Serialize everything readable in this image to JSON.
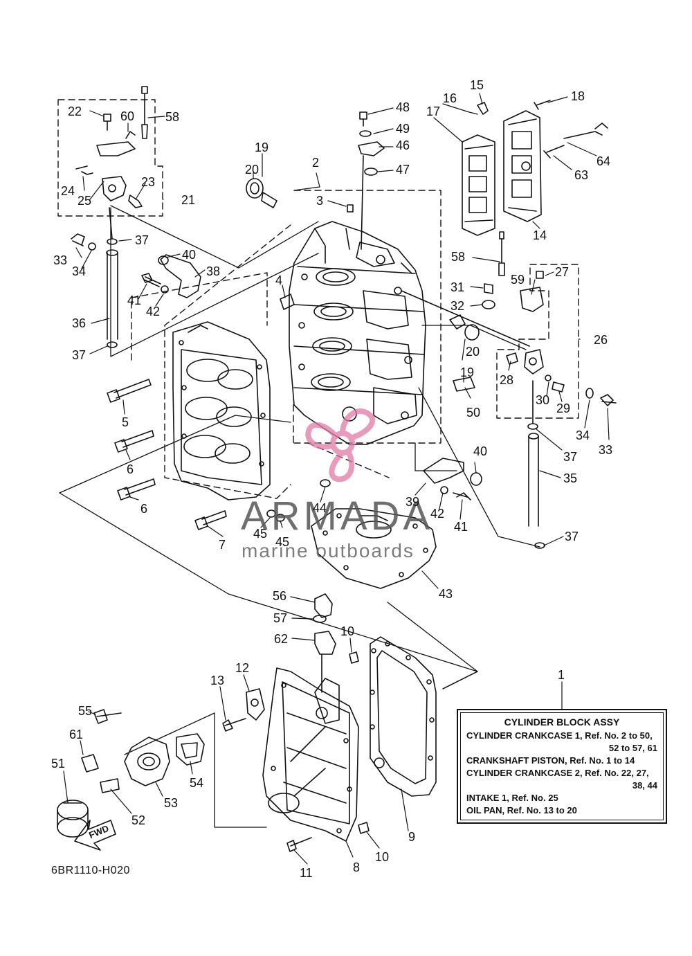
{
  "diagram_code": "6BR1110-H020",
  "fwd_label": "FWD",
  "watermark": {
    "title": "ARMADA",
    "subtitle": "marine outboards",
    "accent_color": "#e07aa8"
  },
  "assembly_box": {
    "title": "CYLINDER BLOCK ASSY",
    "lines": [
      "CYLINDER CRANKCASE 1,  Ref. No. 2 to 50,",
      "52 to 57, 61",
      "CRANKSHAFT PISTON,  Ref. No. 1 to 14",
      "CYLINDER CRANKCASE 2,  Ref. No. 22, 27,",
      "38, 44",
      "INTAKE 1,  Ref. No. 25",
      "OIL PAN,  Ref. No. 13 to 20"
    ]
  },
  "callouts": [
    "1",
    "2",
    "3",
    "4",
    "5",
    "6",
    "6",
    "7",
    "8",
    "9",
    "10",
    "10",
    "11",
    "12",
    "13",
    "14",
    "15",
    "16",
    "17",
    "18",
    "19",
    "19",
    "20",
    "20",
    "21",
    "22",
    "23",
    "24",
    "25",
    "26",
    "27",
    "28",
    "29",
    "30",
    "31",
    "32",
    "33",
    "33",
    "34",
    "34",
    "35",
    "36",
    "37",
    "37",
    "37",
    "37",
    "38",
    "39",
    "40",
    "40",
    "41",
    "41",
    "42",
    "42",
    "43",
    "44",
    "45",
    "45",
    "46",
    "47",
    "48",
    "49",
    "50",
    "51",
    "52",
    "53",
    "54",
    "55",
    "56",
    "57",
    "58",
    "58",
    "59",
    "60",
    "61",
    "62",
    "63",
    "64"
  ]
}
